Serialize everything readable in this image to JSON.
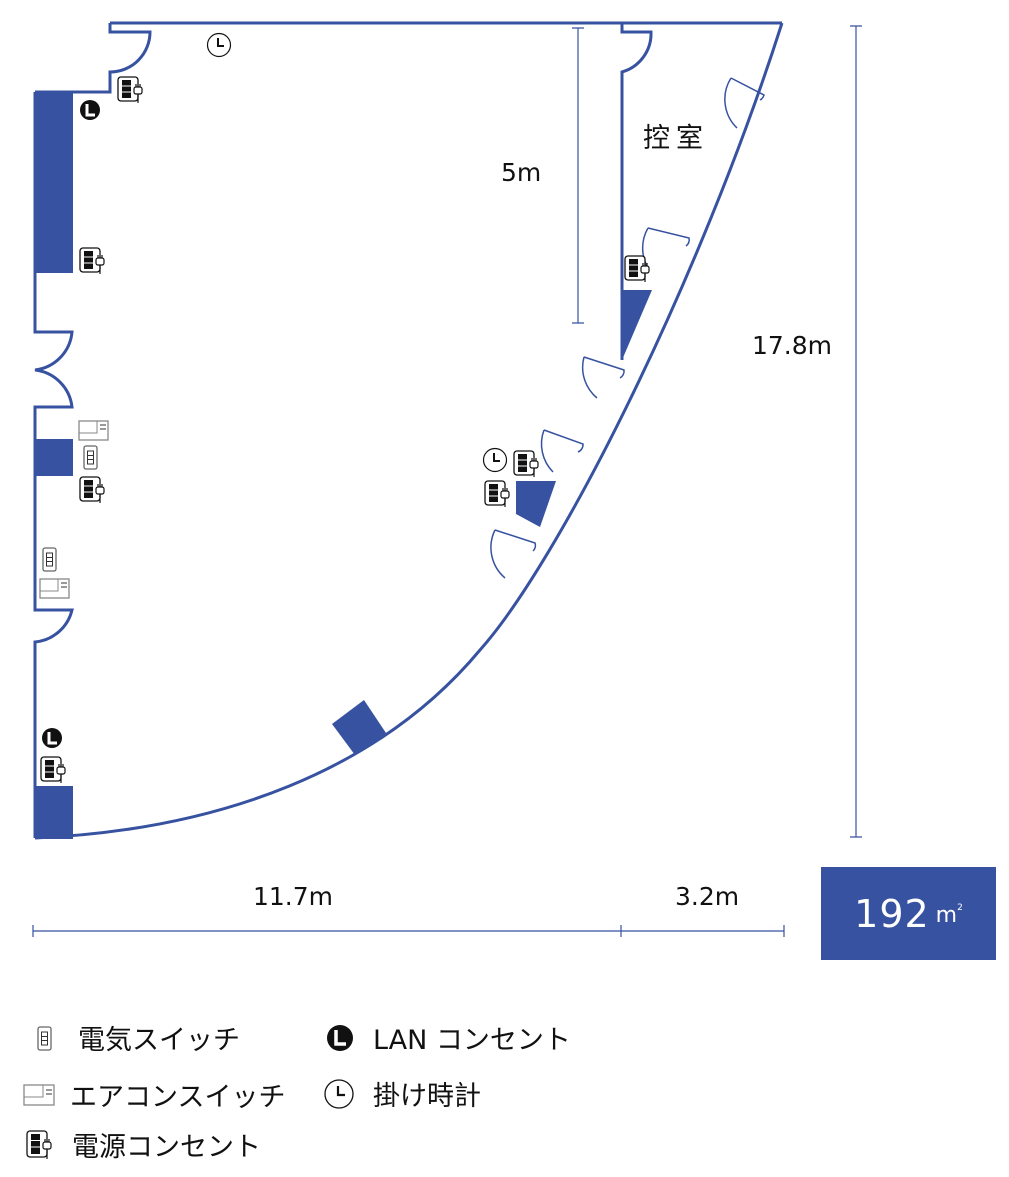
{
  "plan": {
    "room_label": "控室",
    "wall_color": "#3752a0",
    "dimensions": {
      "inner_height": "5m",
      "total_height": "17.8m",
      "main_width": "11.7m",
      "side_width": "3.2m"
    },
    "area": {
      "value": "192",
      "unit": "m",
      "unit_sup": "2"
    }
  },
  "legend": [
    {
      "icon": "light-switch-icon",
      "label": "電気スイッチ"
    },
    {
      "icon": "lan-outlet-icon",
      "label": "LAN コンセント"
    },
    {
      "icon": "ac-switch-icon",
      "label": "エアコンスイッチ"
    },
    {
      "icon": "wall-clock-icon",
      "label": "掛け時計"
    },
    {
      "icon": "power-outlet-icon",
      "label": "電源コンセント"
    }
  ]
}
